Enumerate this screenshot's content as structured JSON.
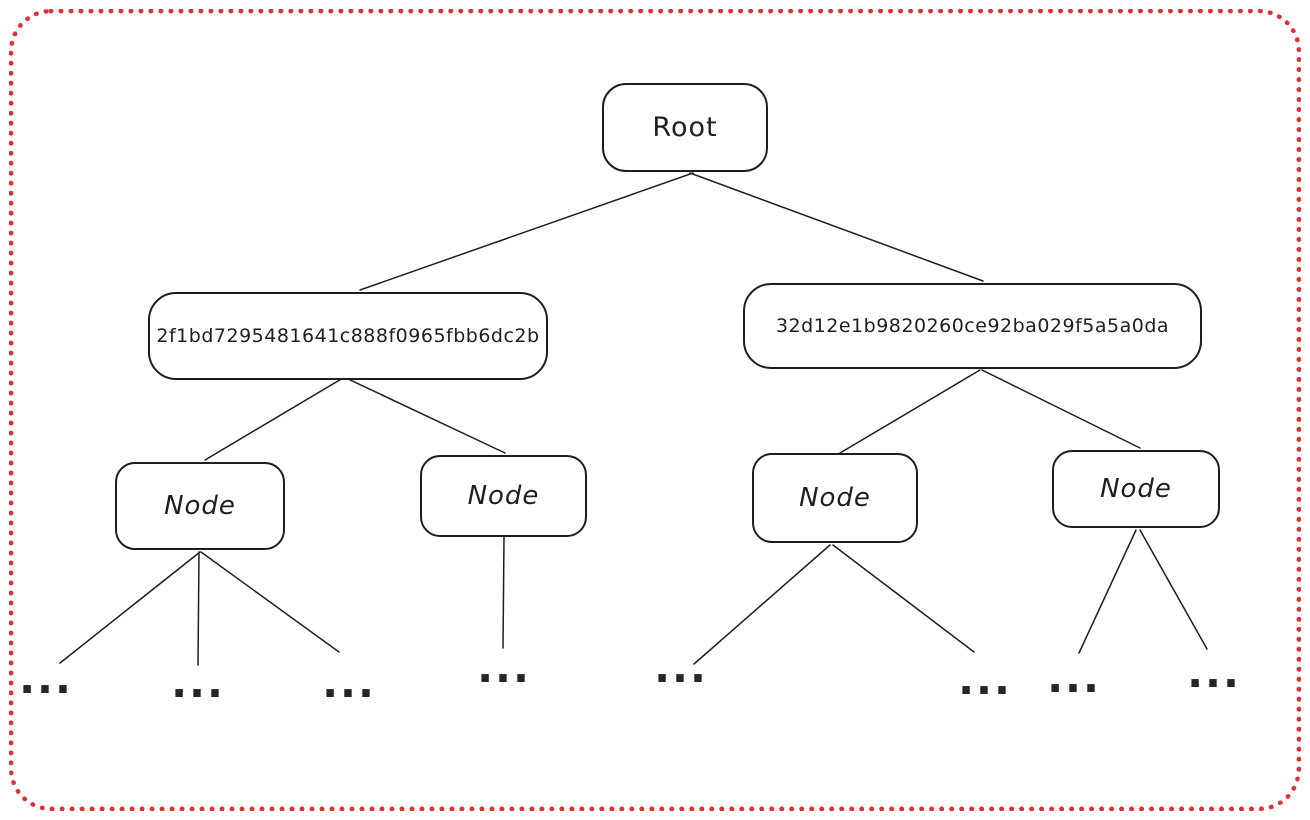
{
  "colors": {
    "frame_border": "#e03131",
    "node_stroke": "#1e1e1e",
    "background": "#ffffff",
    "text": "#1e1e1e"
  },
  "tree": {
    "root": {
      "label": "Root"
    },
    "level1": [
      {
        "label": "2f1bd7295481641c888f0965fbb6dc2b"
      },
      {
        "label": "32d12e1b9820260ce92ba029f5a5a0da"
      }
    ],
    "level2": [
      {
        "label": "Node"
      },
      {
        "label": "Node"
      },
      {
        "label": "Node"
      },
      {
        "label": "Node"
      }
    ],
    "leaf_label": "...",
    "leaf_count": 8,
    "structure": {
      "root_children": [
        "2f1bd7295481641c888f0965fbb6dc2b",
        "32d12e1b9820260ce92ba029f5a5a0da"
      ],
      "children_per_level1_node": [
        2,
        2
      ],
      "leaves_per_level2_node": [
        3,
        1,
        2,
        2
      ]
    }
  }
}
